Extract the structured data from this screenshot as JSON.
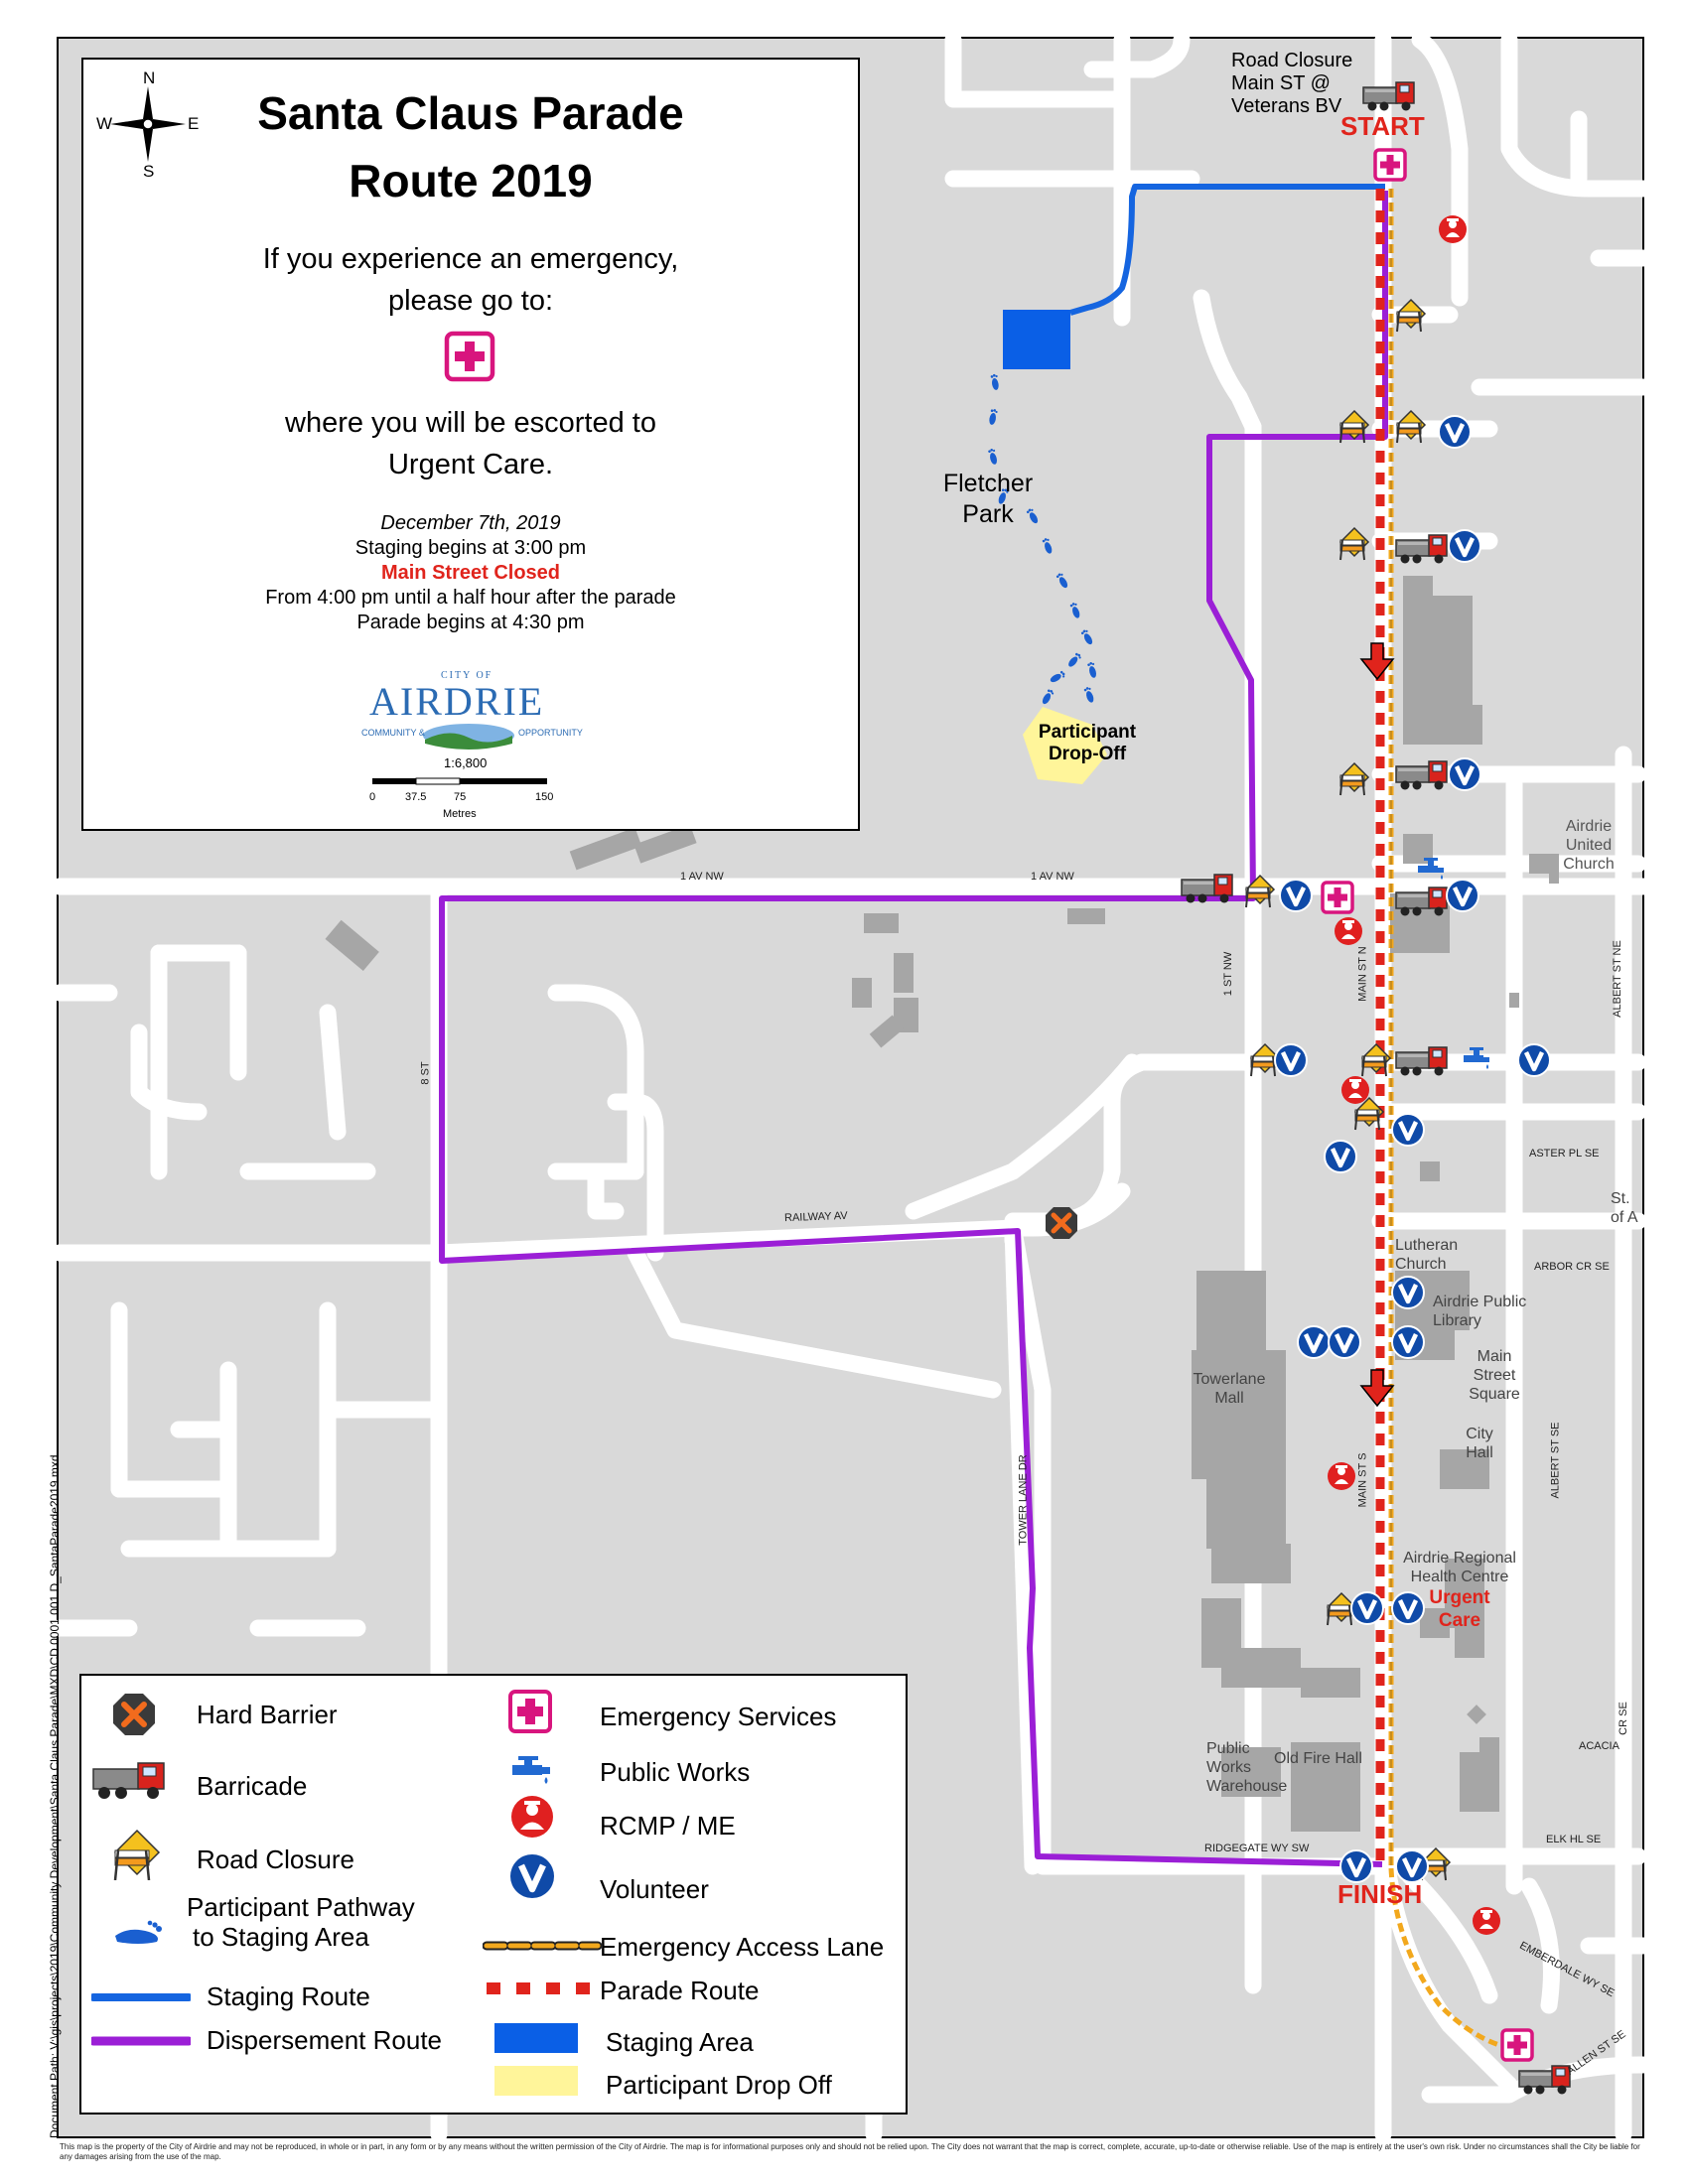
{
  "title_block": {
    "title_line1": "Santa Claus Parade",
    "title_line2": "Route 2019",
    "emergency_line1": "If you experience an emergency,",
    "emergency_line2": "please go to:",
    "escort_line1": "where you will be escorted to",
    "escort_line2": "Urgent Care.",
    "date": "December 7th, 2019",
    "staging": "Staging begins at 3:00 pm",
    "closed": "Main Street Closed",
    "closed_time": "From 4:00 pm until a half hour after the parade",
    "parade_begins": "Parade begins at 4:30 pm",
    "logo": {
      "top": "CITY OF",
      "name": "AIRDRIE",
      "left": "COMMUNITY &",
      "right": "OPPORTUNITY"
    },
    "scale": "1:6,800",
    "scale_ticks": [
      "0",
      "37.5",
      "75",
      "150"
    ],
    "scale_unit": "Metres",
    "compass": {
      "n": "N",
      "s": "S",
      "e": "E",
      "w": "W"
    }
  },
  "markers": {
    "road_closure_note": [
      "Road Closure",
      "Main ST @",
      "Veterans BV"
    ],
    "start": "START",
    "finish": "FINISH",
    "urgent_care": [
      "Urgent",
      "Care"
    ]
  },
  "places": {
    "fletcher_park": [
      "Fletcher",
      "Park"
    ],
    "participant_dropoff": [
      "Participant",
      "Drop-Off"
    ],
    "united_church": [
      "Airdrie",
      "United",
      "Church"
    ],
    "lutheran_church": [
      "Lutheran",
      "Church"
    ],
    "library": [
      "Airdrie Public",
      "Library"
    ],
    "main_street_square": [
      "Main",
      "Street",
      "Square"
    ],
    "city_hall": [
      "City",
      "Hall"
    ],
    "towerlane_mall": [
      "Towerlane",
      "Mall"
    ],
    "health_centre": [
      "Airdrie Regional",
      "Health Centre"
    ],
    "public_works_warehouse": [
      "Public",
      "Works",
      "Warehouse"
    ],
    "old_fire_hall": "Old Fire Hall",
    "st_partial": [
      "St.",
      "of A"
    ]
  },
  "streets": {
    "av_1_a": "1 AV NW",
    "av_1_b": "1 AV NW",
    "st_1_nw": "1 ST NW",
    "main_st_n": "MAIN ST N",
    "main_st_s": "MAIN ST S",
    "albert_st_ne": "ALBERT ST NE",
    "albert_st_se": "ALBERT ST SE",
    "st_8": "8 ST",
    "railway": "RAILWAY AV",
    "aster": "ASTER PL SE",
    "arbor": "ARBOR CR SE",
    "towerlane_dr": "TOWER LANE DR",
    "ridgegate": "RIDGEGATE WY SW",
    "elk": "ELK HL SE",
    "acacia": "ACACIA",
    "acacia_cr": "CR SE",
    "emberdale": "EMBERDALE WY SE",
    "allen": "ALLEN ST SE"
  },
  "legend": [
    {
      "label": "Hard Barrier",
      "icon": "hard-barrier-icon"
    },
    {
      "label": "Barricade",
      "icon": "barricade-truck-icon"
    },
    {
      "label": "Road Closure",
      "icon": "road-closure-icon"
    },
    {
      "label": "Participant Pathway",
      "label2": "to Staging Area",
      "icon": "footprint-icon"
    },
    {
      "label": "Staging Route",
      "icon": "staging-route-line"
    },
    {
      "label": "Dispersement Route",
      "icon": "dispersement-route-line"
    },
    {
      "label": "Emergency Services",
      "icon": "emergency-cross-icon"
    },
    {
      "label": "Public Works",
      "icon": "public-works-icon"
    },
    {
      "label": "RCMP / ME",
      "icon": "rcmp-icon"
    },
    {
      "label": "Volunteer",
      "icon": "volunteer-icon"
    },
    {
      "label": "Emergency Access Lane",
      "icon": "emergency-lane-line"
    },
    {
      "label": "Parade Route",
      "icon": "parade-route-line"
    },
    {
      "label": "Staging Area",
      "icon": "staging-area-swatch"
    },
    {
      "label": "Participant Drop Off",
      "icon": "dropoff-swatch"
    }
  ],
  "colors": {
    "staging_route": "#1565e0",
    "dispersement_route": "#9b1fd6",
    "parade_route": "#e0241c",
    "emergency_lane": "#f2a81d",
    "emergency_services": "#d8157e",
    "volunteer": "#0f4aa8",
    "staging_area": "#0a5fe6",
    "dropoff": "#fff59a",
    "map_bg": "#d9d9d9",
    "road": "#ffffff",
    "building": "#a6a6a6"
  },
  "doc_path": "Document Path: V:\\gis\\projects\\2019\\Community Development\\Santa Claus Parade\\MXD\\CD.0001.001.D_SantaParade2019.mxd",
  "disclaimer": "This map is the property of the City of Airdrie and may not be reproduced, in whole or in part, in any form or by any means without the written permission of the City of Airdrie. The map is for informational purposes only and should not be relied upon. The City does not warrant that the map is correct, complete, accurate, up-to-date or otherwise reliable. Use of the map is entirely at the user's own risk. Under no circumstances shall the City be liable for any damages arising from the use of the map."
}
